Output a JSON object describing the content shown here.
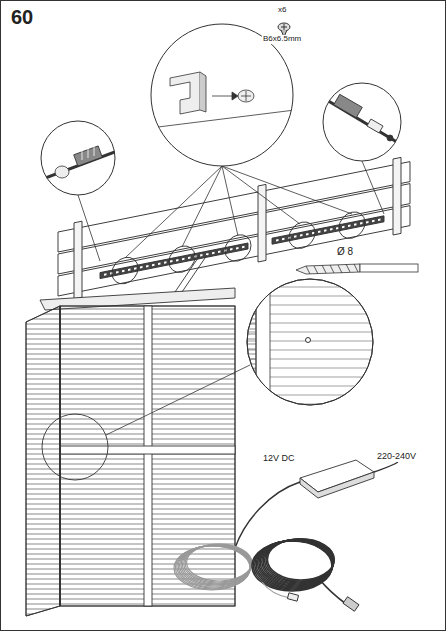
{
  "diagram": {
    "labels": [
      "60",
      "x6",
      "B6x6.5mm",
      "Ø 8",
      "12V DC",
      "220-240V"
    ]
  }
}
